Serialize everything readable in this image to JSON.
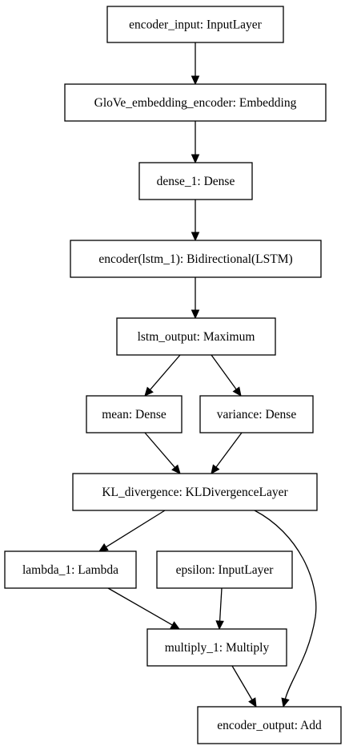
{
  "diagram": {
    "type": "layer-graph",
    "nodes": [
      {
        "id": "encoder_input",
        "label": "encoder_input: InputLayer"
      },
      {
        "id": "glove_embedding",
        "label": "GloVe_embedding_encoder: Embedding"
      },
      {
        "id": "dense_1",
        "label": "dense_1: Dense"
      },
      {
        "id": "encoder_lstm",
        "label": "encoder(lstm_1): Bidirectional(LSTM)"
      },
      {
        "id": "lstm_output",
        "label": "lstm_output: Maximum"
      },
      {
        "id": "mean",
        "label": "mean: Dense"
      },
      {
        "id": "variance",
        "label": "variance: Dense"
      },
      {
        "id": "kl_divergence",
        "label": "KL_divergence: KLDivergenceLayer"
      },
      {
        "id": "lambda_1",
        "label": "lambda_1: Lambda"
      },
      {
        "id": "epsilon",
        "label": "epsilon: InputLayer"
      },
      {
        "id": "multiply_1",
        "label": "multiply_1: Multiply"
      },
      {
        "id": "encoder_output",
        "label": "encoder_output: Add"
      }
    ],
    "edges": [
      {
        "from": "encoder_input",
        "to": "glove_embedding"
      },
      {
        "from": "glove_embedding",
        "to": "dense_1"
      },
      {
        "from": "dense_1",
        "to": "encoder_lstm"
      },
      {
        "from": "encoder_lstm",
        "to": "lstm_output"
      },
      {
        "from": "lstm_output",
        "to": "mean"
      },
      {
        "from": "lstm_output",
        "to": "variance"
      },
      {
        "from": "mean",
        "to": "kl_divergence"
      },
      {
        "from": "variance",
        "to": "kl_divergence"
      },
      {
        "from": "kl_divergence",
        "to": "lambda_1"
      },
      {
        "from": "kl_divergence",
        "to": "encoder_output"
      },
      {
        "from": "lambda_1",
        "to": "multiply_1"
      },
      {
        "from": "epsilon",
        "to": "multiply_1"
      },
      {
        "from": "multiply_1",
        "to": "encoder_output"
      }
    ]
  }
}
